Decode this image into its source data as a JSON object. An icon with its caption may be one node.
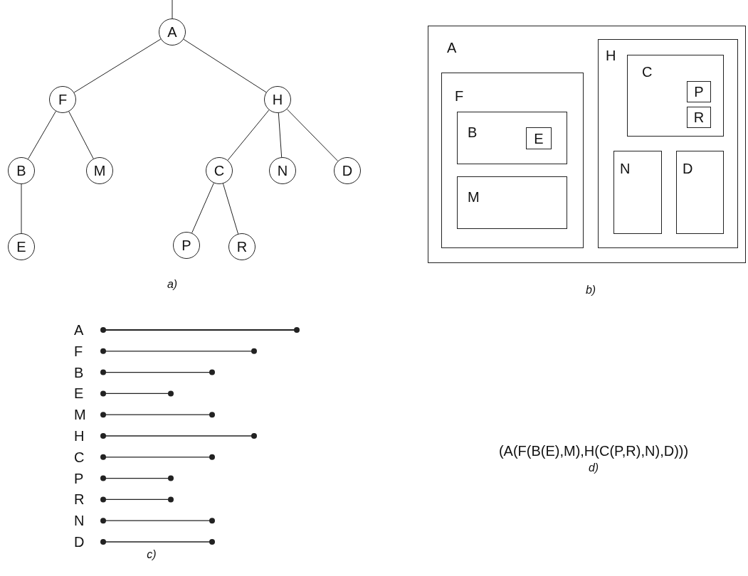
{
  "diagram": {
    "nodes": [
      {
        "text": [
          "A"
        ]
      },
      {
        "text": [
          "F"
        ]
      },
      {
        "text": [
          "H"
        ]
      },
      {
        "text": [
          "B"
        ]
      },
      {
        "text": [
          "M"
        ]
      },
      {
        "text": [
          "C"
        ]
      },
      {
        "text": [
          "N"
        ]
      },
      {
        "text": [
          "D"
        ]
      },
      {
        "text": [
          "E"
        ]
      },
      {
        "text": [
          "P"
        ]
      },
      {
        "text": [
          "R"
        ]
      },
      {
        "text": [
          "A"
        ]
      },
      {
        "text": [
          "F"
        ],
        "in": 11
      },
      {
        "text": [
          "B"
        ],
        "in": 12
      },
      {
        "text": [
          "E"
        ],
        "in": 13
      },
      {
        "text": [
          "M"
        ],
        "in": 12
      },
      {
        "text": [
          "H"
        ],
        "in": 11
      },
      {
        "text": [
          "C"
        ],
        "in": 16
      },
      {
        "text": [
          "P"
        ],
        "in": 17
      },
      {
        "text": [
          "R"
        ],
        "in": 17
      },
      {
        "text": [
          "N"
        ],
        "in": 16
      },
      {
        "text": [
          "D"
        ],
        "in": 16
      }
    ],
    "edges": [
      {
        "from": null,
        "to": 0,
        "arrow": "none"
      },
      {
        "from": 0,
        "to": 1,
        "arrow": "none"
      },
      {
        "from": 0,
        "to": 2,
        "arrow": "none"
      },
      {
        "from": 1,
        "to": 3,
        "arrow": "none"
      },
      {
        "from": 1,
        "to": 4,
        "arrow": "none"
      },
      {
        "from": 2,
        "to": 5,
        "arrow": "none"
      },
      {
        "from": 2,
        "to": 6,
        "arrow": "none"
      },
      {
        "from": 2,
        "to": 7,
        "arrow": "none"
      },
      {
        "from": 3,
        "to": 8,
        "arrow": "none"
      },
      {
        "from": 5,
        "to": 9,
        "arrow": "none"
      },
      {
        "from": 5,
        "to": 10,
        "arrow": "none"
      }
    ],
    "labels": [
      "a)",
      "b)",
      "A",
      "F",
      "B",
      "E",
      "M",
      "H",
      "C",
      "P",
      "R",
      "N",
      "D",
      "(A(F(B(E),M),H(C(P,R),N),D)))",
      "d)",
      "c)"
    ]
  }
}
